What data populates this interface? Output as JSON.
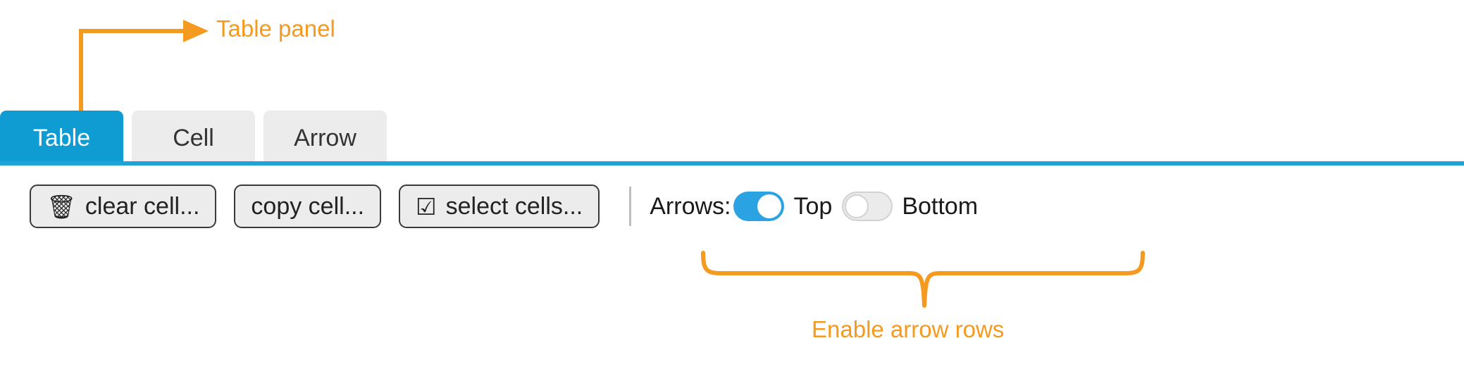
{
  "annotations": {
    "color": "#F59A20",
    "table_panel": {
      "label": "Table panel",
      "target": "table-tab"
    },
    "enable_arrow_rows": {
      "label": "Enable arrow rows",
      "target": "arrows-toggles"
    }
  },
  "tabs": {
    "active": "Table",
    "items": [
      {
        "label": "Table",
        "active": true
      },
      {
        "label": "Cell",
        "active": false
      },
      {
        "label": "Arrow",
        "active": false
      }
    ],
    "accent_color": "#0E9CD2",
    "underline_color": "#1FA3D6",
    "inactive_bg": "#ECECEC"
  },
  "toolbar": {
    "buttons": [
      {
        "label": "clear cell...",
        "icon": "trash-icon",
        "glyph": "🗑"
      },
      {
        "label": "copy cell...",
        "icon": "",
        "glyph": ""
      },
      {
        "label": "select cells...",
        "icon": "checkbox-icon",
        "glyph": "☑"
      }
    ],
    "arrows": {
      "group_label": "Arrows:",
      "toggles": [
        {
          "label": "Top",
          "on": true,
          "on_color": "#2BA3E3"
        },
        {
          "label": "Bottom",
          "on": false,
          "off_color": "#EBEBEB"
        }
      ]
    }
  }
}
